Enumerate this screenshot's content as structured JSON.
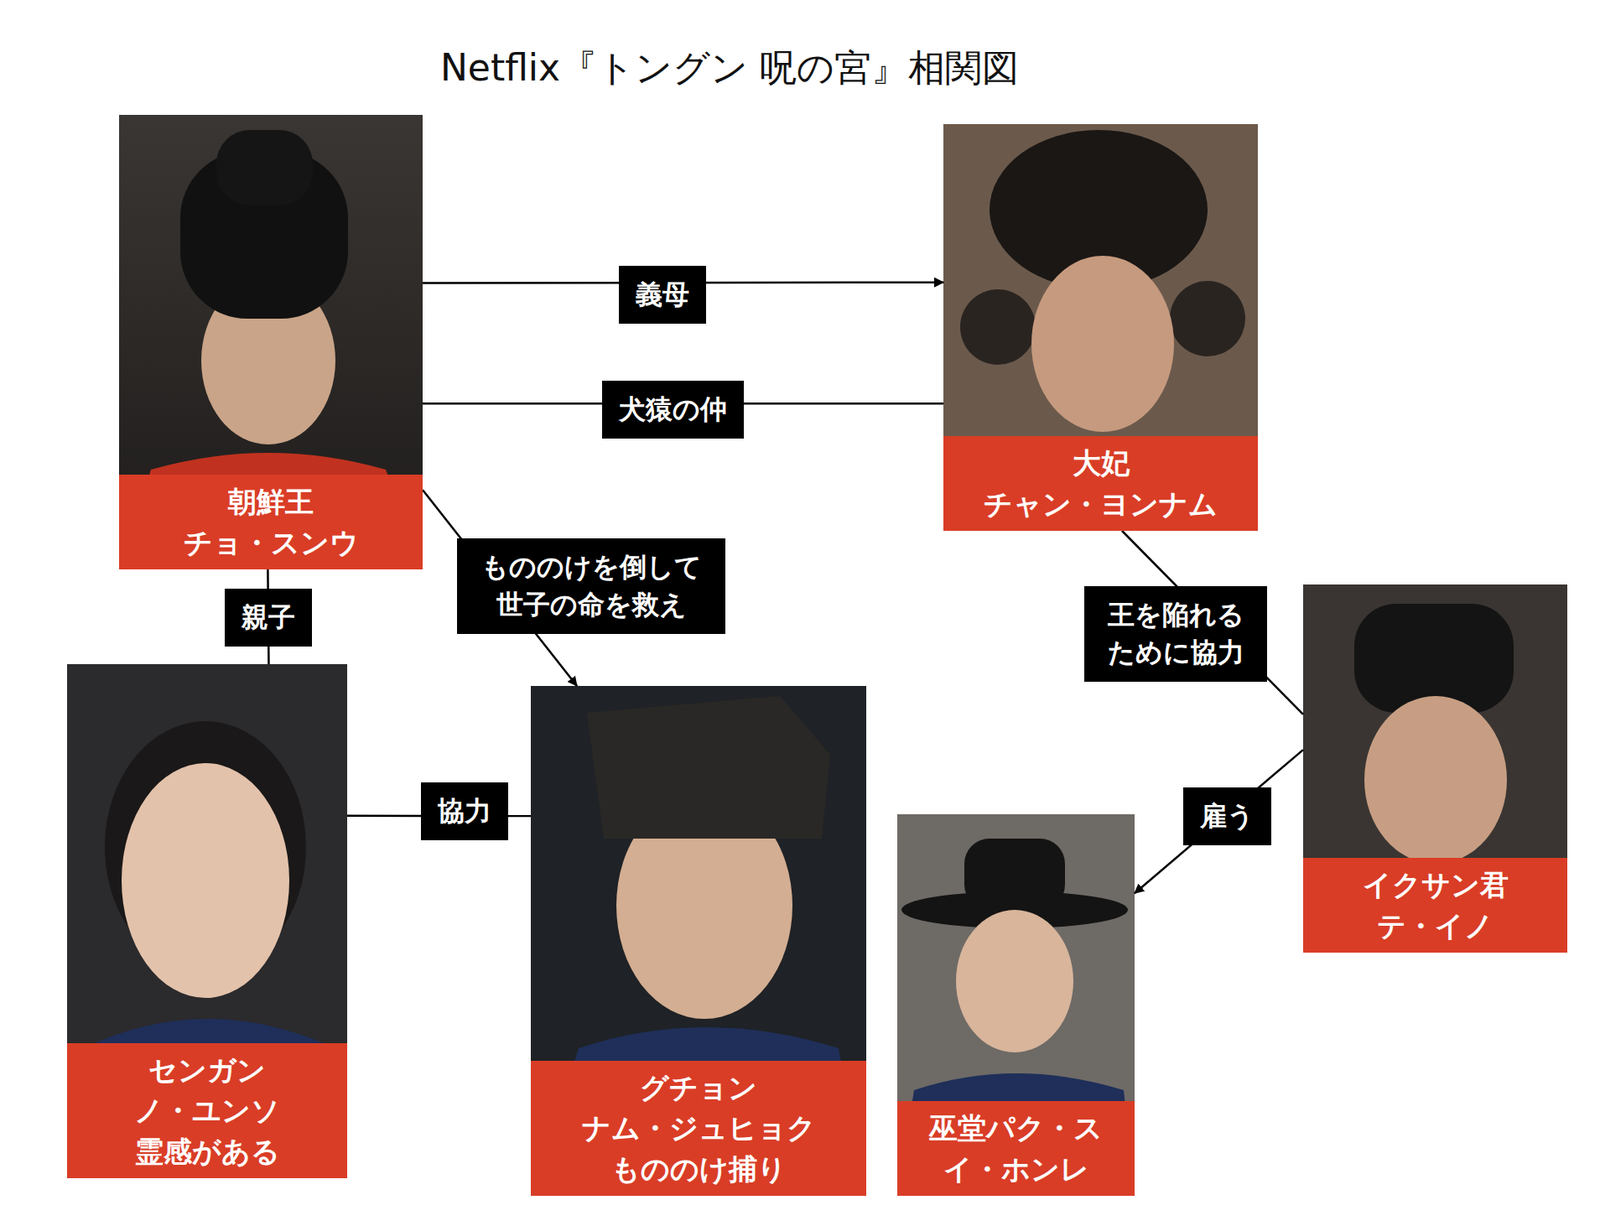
{
  "diagram": {
    "title": "Netflix『トングン 呪の宮』相関図",
    "nodes": [
      {
        "text": [
          "朝鮮王",
          "チョ・スンウ"
        ]
      },
      {
        "text": [
          "大妃",
          "チャン・ヨンナム"
        ]
      },
      {
        "text": [
          "センガン",
          "ノ・ユンソ",
          "霊感がある"
        ]
      },
      {
        "text": [
          "グチョン",
          "ナム・ジュヒョク",
          "もののけ捕り"
        ]
      },
      {
        "text": [
          "イクサン君",
          "テ・イノ"
        ]
      },
      {
        "text": [
          "巫堂パク・ス",
          "イ・ホンレ"
        ]
      }
    ],
    "edges": [
      {
        "from": 0,
        "to": 1,
        "label": "義母",
        "arrow": "to"
      },
      {
        "from": 0,
        "to": 1,
        "label": "犬猿の仲",
        "arrow": "none"
      },
      {
        "from": 0,
        "to": 3,
        "label": "もののけを倒して 世子の命を救え",
        "arrow": "to"
      },
      {
        "from": 0,
        "to": 2,
        "label": "親子",
        "arrow": "none"
      },
      {
        "from": 2,
        "to": 3,
        "label": "協力",
        "arrow": "none"
      },
      {
        "from": 1,
        "to": 4,
        "label": "王を陥れる ために協力",
        "arrow": "none"
      },
      {
        "from": 4,
        "to": 5,
        "label": "雇う",
        "arrow": "to"
      }
    ]
  }
}
